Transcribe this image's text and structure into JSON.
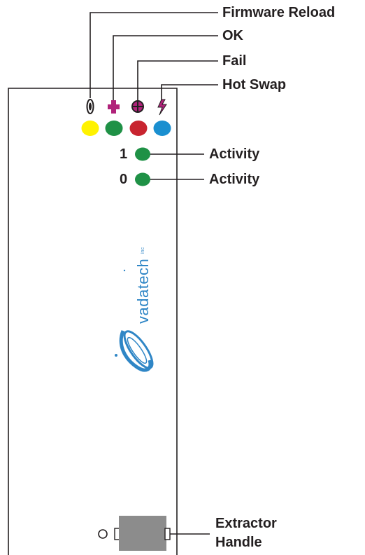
{
  "labels": {
    "firmware_reload": "Firmware Reload",
    "ok": "OK",
    "fail": "Fail",
    "hot_swap": "Hot Swap",
    "activity_1": "Activity",
    "activity_0": "Activity",
    "extractor_line1": "Extractor",
    "extractor_line2": "Handle"
  },
  "port_numbers": {
    "port_1": "1",
    "port_0": "0"
  },
  "brand": {
    "name": "vadatech",
    "mark": "inc"
  },
  "leds": [
    {
      "name": "firmware-reload-led",
      "color": "#fff200",
      "icon": "reload-icon"
    },
    {
      "name": "ok-led",
      "color": "#1f9146",
      "icon": "plus-icon"
    },
    {
      "name": "fail-led",
      "color": "#c8242f",
      "icon": "fail-icon"
    },
    {
      "name": "hot-swap-led",
      "color": "#1a8fd0",
      "icon": "lightning-icon"
    },
    {
      "name": "activity-1-led",
      "color": "#1f9146"
    },
    {
      "name": "activity-0-led",
      "color": "#1f9146"
    }
  ],
  "colors": {
    "line": "#231f20",
    "icon_magenta": "#b0227a",
    "handle_gray": "#8c8c8c",
    "brand_blue": "#2f86c6"
  }
}
